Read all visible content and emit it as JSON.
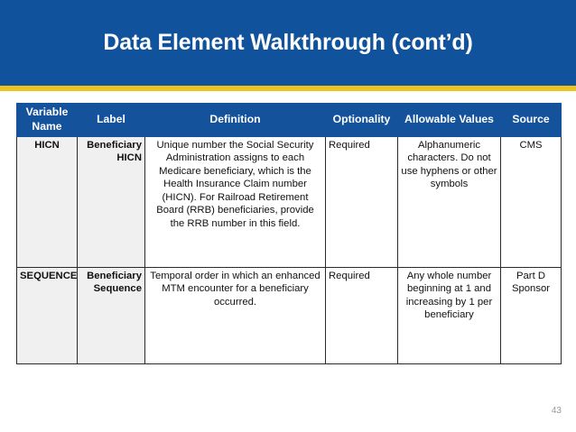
{
  "slide": {
    "title": "Data Element Walkthrough (cont’d)",
    "page_number": "43",
    "colors": {
      "banner_blue": "#10529C",
      "accent_yellow": "#EFC31E",
      "header_blue": "#14529C",
      "shaded_cell": "#F0F0F0",
      "text": "#111111",
      "page_number": "#9A9A9A"
    }
  },
  "table": {
    "headers": [
      "Variable Name",
      "Label",
      "Definition",
      "Optionality",
      "Allowable Values",
      "Source"
    ],
    "rows": [
      {
        "variable_name": "HICN",
        "label": "Beneficiary HICN",
        "definition": "Unique number the Social Security Administration assigns to each Medicare beneficiary, which is the Health Insurance Claim number (HICN). For Railroad Retirement Board (RRB) beneficiaries, provide the RRB number in this field.",
        "optionality": "Required",
        "allowable_values": "Alphanumeric characters. Do not use hyphens or other symbols",
        "source": "CMS"
      },
      {
        "variable_name": "SEQUENCE",
        "label": "Beneficiary Sequence",
        "definition": "Temporal order in which an enhanced MTM encounter for a beneficiary occurred.",
        "optionality": "Required",
        "allowable_values": "Any whole number beginning at 1 and increasing by 1 per beneficiary",
        "source": "Part D Sponsor"
      }
    ]
  }
}
